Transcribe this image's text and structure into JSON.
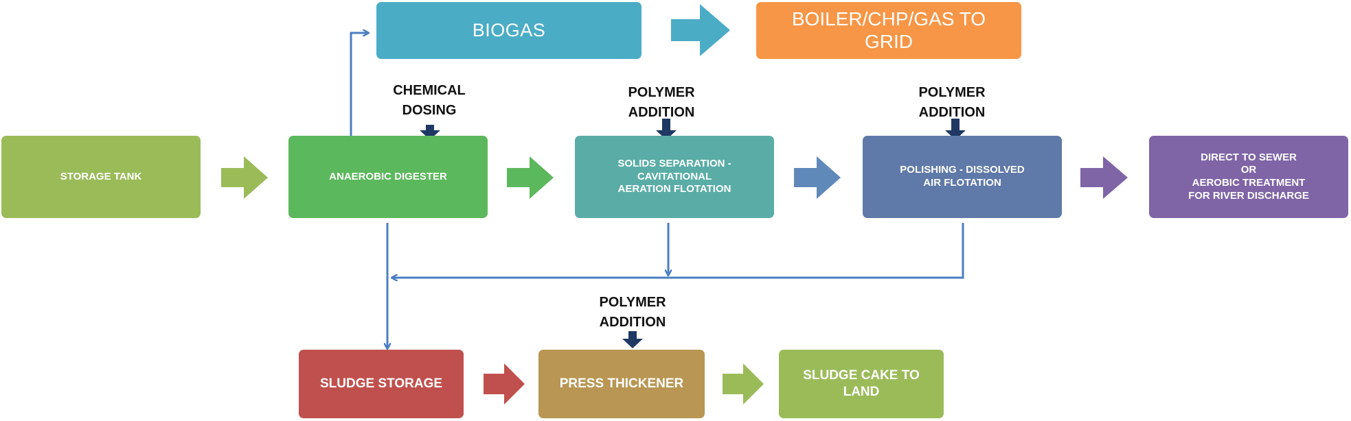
{
  "boxes": {
    "storage_tank": "STORAGE TANK",
    "anaerobic_digester": "ANAEROBIC DIGESTER",
    "solids_separation": "SOLIDS SEPARATION -\nCAVITATIONAL\nAERATION FLOTATION",
    "polishing": "POLISHING - DISSOLVED\nAIR FLOTATION",
    "discharge": "DIRECT TO SEWER\nOR\nAEROBIC TREATMENT\nFOR RIVER DISCHARGE",
    "biogas": "BIOGAS",
    "boiler": "BOILER/CHP/GAS TO\nGRID",
    "sludge_storage": "SLUDGE STORAGE",
    "press_thickener": "PRESS THICKENER",
    "sludge_cake": "SLUDGE CAKE TO\nLAND"
  },
  "labels": {
    "chemical_dosing": "CHEMICAL\nDOSING",
    "polymer_addition_1": "POLYMER\nADDITION",
    "polymer_addition_2": "POLYMER\nADDITION",
    "polymer_addition_3": "POLYMER\nADDITION"
  },
  "colors": {
    "storage_tank": "#9BBB59",
    "anaerobic_digester": "#5CB85C",
    "solids_separation": "#5AADA6",
    "polishing": "#5F79A8",
    "discharge": "#7F65A6",
    "biogas": "#4BACC6",
    "boiler": "#F79646",
    "sludge_storage": "#C0504D",
    "press_thickener": "#B99653",
    "sludge_cake": "#9BBB59",
    "connector": "#4A7EC1",
    "dosing_arrow": "#1F3864"
  }
}
